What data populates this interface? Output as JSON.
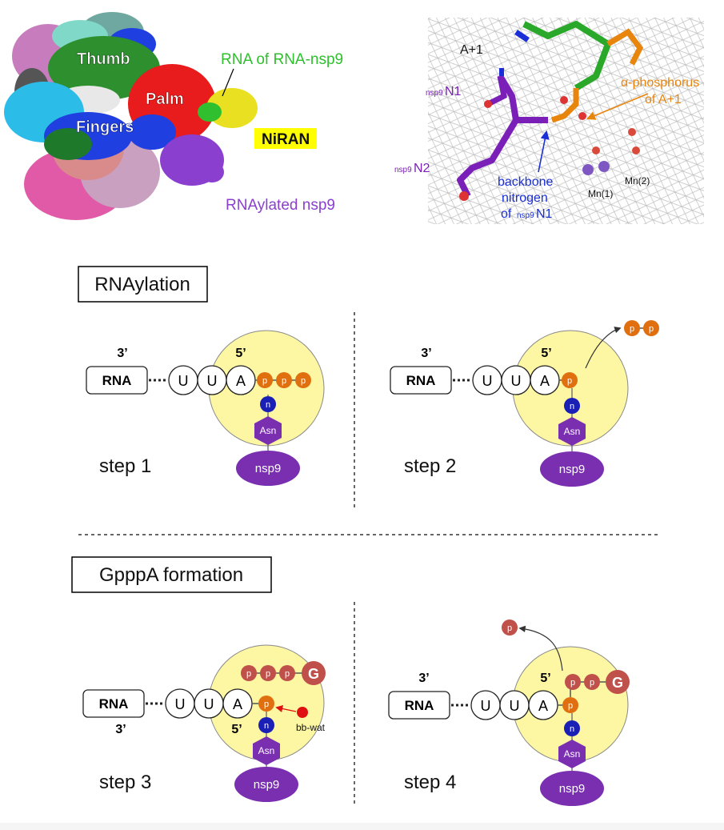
{
  "structure_panel": {
    "labels": {
      "thumb": "Thumb",
      "palm": "Palm",
      "fingers": "Fingers",
      "rna_nsp9": "RNA of RNA-nsp9",
      "niran": "NiRAN",
      "rnaylated": "RNAylated nsp9"
    },
    "colors": {
      "thumb": "#2d8f2d",
      "palm": "#e81c1c",
      "fingers": "#1f3fe0",
      "rna_nsp9": "#2fbf2f",
      "niran_bg": "#ffff00",
      "rnaylated": "#8a3fcf"
    }
  },
  "density_panel": {
    "labels": {
      "a_plus_1": "A+1",
      "n1_sub": "nsp9",
      "n1_main": "N1",
      "n2_sub": "nsp9",
      "n2_main": "N2",
      "alpha_line1": "α-phosphorus",
      "alpha_line2": "of A+1",
      "bb_line1": "backbone",
      "bb_line2": "nitrogen",
      "bb_line3_pre": "of ",
      "bb_line3_sub": "nsp9",
      "bb_line3_main": "N1",
      "mn1": "Mn(1)",
      "mn2": "Mn(2)"
    },
    "colors": {
      "orange": "#e8850c",
      "blue": "#1a2fd8",
      "purple": "#7a1fb8"
    }
  },
  "sections": {
    "rnaylation": "RNAylation",
    "gpppa": "GpppA formation"
  },
  "scheme": {
    "rna": "RNA",
    "u": "U",
    "a": "A",
    "p": "p",
    "g": "G",
    "n": "n",
    "asn": "Asn",
    "nsp9": "nsp9",
    "three_prime": "3’",
    "five_prime": "5’",
    "bbwat": "bb-wat",
    "steps": [
      "step 1",
      "step 2",
      "step 3",
      "step 4"
    ]
  },
  "colors": {
    "yellow_circle": "#fdf6a3",
    "phosphate": "#e0700f",
    "gtp_phosphate": "#c0504a",
    "n_blue": "#1a1fb5",
    "asn_purple": "#7a2fb0",
    "nsp9_purple": "#7a2fb0",
    "bbwat_red": "#e01010"
  }
}
